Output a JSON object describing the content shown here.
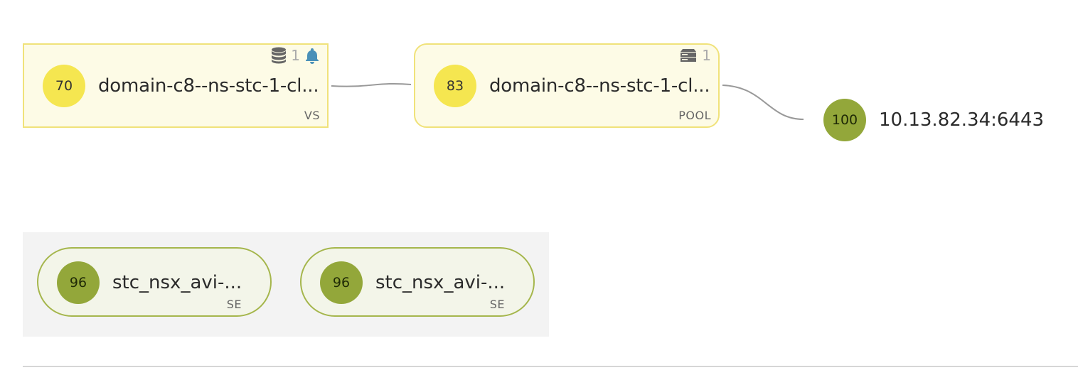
{
  "topology": {
    "virtual_service": {
      "health_score": "70",
      "name": "domain-c8--ns-stc-1-cl...",
      "type": "VS",
      "badge_icon": "database-icon",
      "badge_count": "1",
      "alert_icon": "bell-icon",
      "score_color": "#f5e650"
    },
    "pool": {
      "health_score": "83",
      "name": "domain-c8--ns-stc-1-cl...",
      "type": "POOL",
      "badge_icon": "server-stack-icon",
      "badge_count": "1",
      "score_color": "#f5e650"
    },
    "pool_member": {
      "health_score": "100",
      "address": "10.13.82.34:6443",
      "score_color": "#93a73a"
    },
    "service_engines": [
      {
        "health_score": "96",
        "name": "stc_nsx_avi-...",
        "type": "SE"
      },
      {
        "health_score": "96",
        "name": "stc_nsx_avi-...",
        "type": "SE"
      }
    ]
  },
  "colors": {
    "node_border_yellow": "#f0e27a",
    "node_bg_yellow": "#fdfbe6",
    "se_border_green": "#a5b64c",
    "bell_blue": "#4a90b8"
  }
}
